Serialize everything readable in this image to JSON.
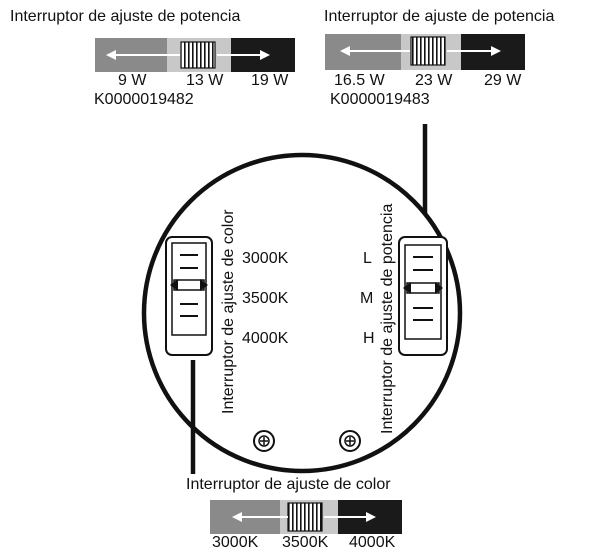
{
  "power_switch_1": {
    "title": "Interruptor de ajuste de potencia",
    "settings": [
      "9 W",
      "13 W",
      "19 W"
    ],
    "code": "K0000019482"
  },
  "power_switch_2": {
    "title": "Interruptor de ajuste de potencia",
    "settings": [
      "16.5 W",
      "23 W",
      "29 W"
    ],
    "code": "K0000019483"
  },
  "fixture": {
    "color_switch_label": "Interruptor de ajuste de color",
    "color_temps": [
      "3000K",
      "3500K",
      "4000K"
    ],
    "power_switch_label": "Interruptor de ajuste de potencia",
    "power_levels": [
      "L",
      "M",
      "H"
    ]
  },
  "color_switch": {
    "title": "Interruptor de ajuste de color",
    "settings": [
      "3000K",
      "3500K",
      "4000K"
    ]
  }
}
